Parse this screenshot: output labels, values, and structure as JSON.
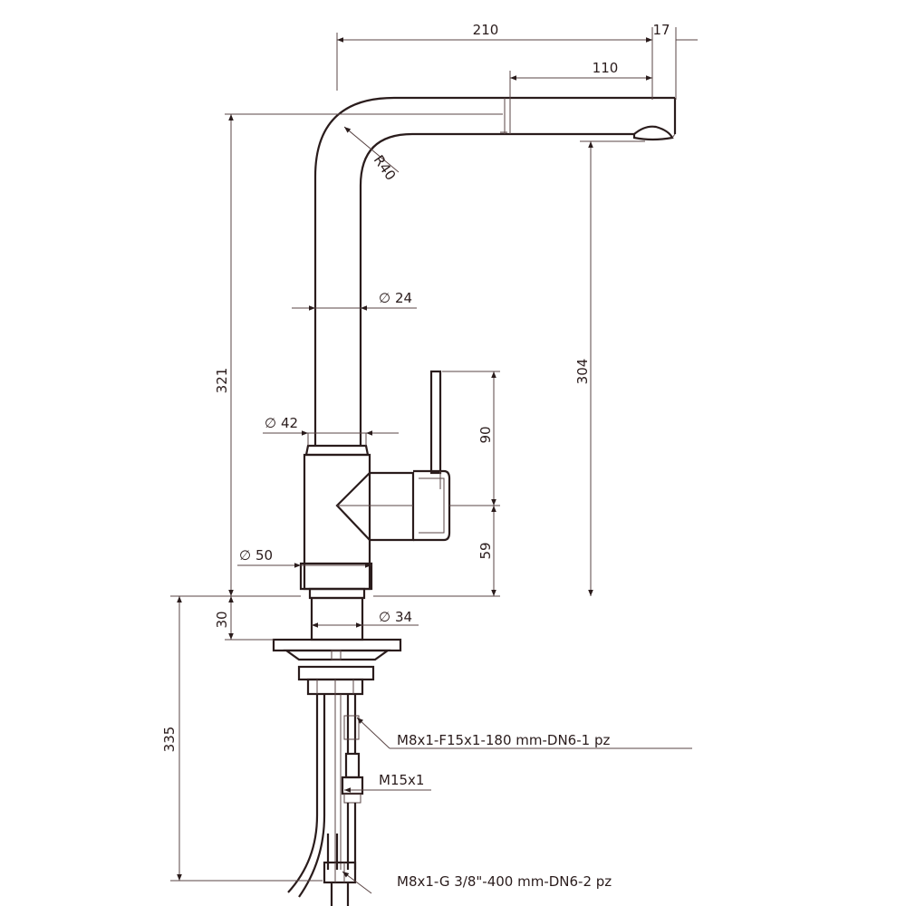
{
  "dimensions": {
    "d210": "210",
    "d17": "17",
    "d110": "110",
    "r40": "R40",
    "d321": "321",
    "d304": "304",
    "dia24": "24",
    "dia42": "42",
    "d90": "90",
    "d59": "59",
    "dia50": "50",
    "dia34": "34",
    "d30": "30",
    "d335": "335"
  },
  "callouts": {
    "hose1": "M8x1-F15x1-180 mm-DN6-1 pz",
    "connector": "M15x1",
    "hose2": "M8x1-G 3/8\"-400 mm-DN6-2 pz"
  },
  "symbols": {
    "diameter": "∅"
  }
}
